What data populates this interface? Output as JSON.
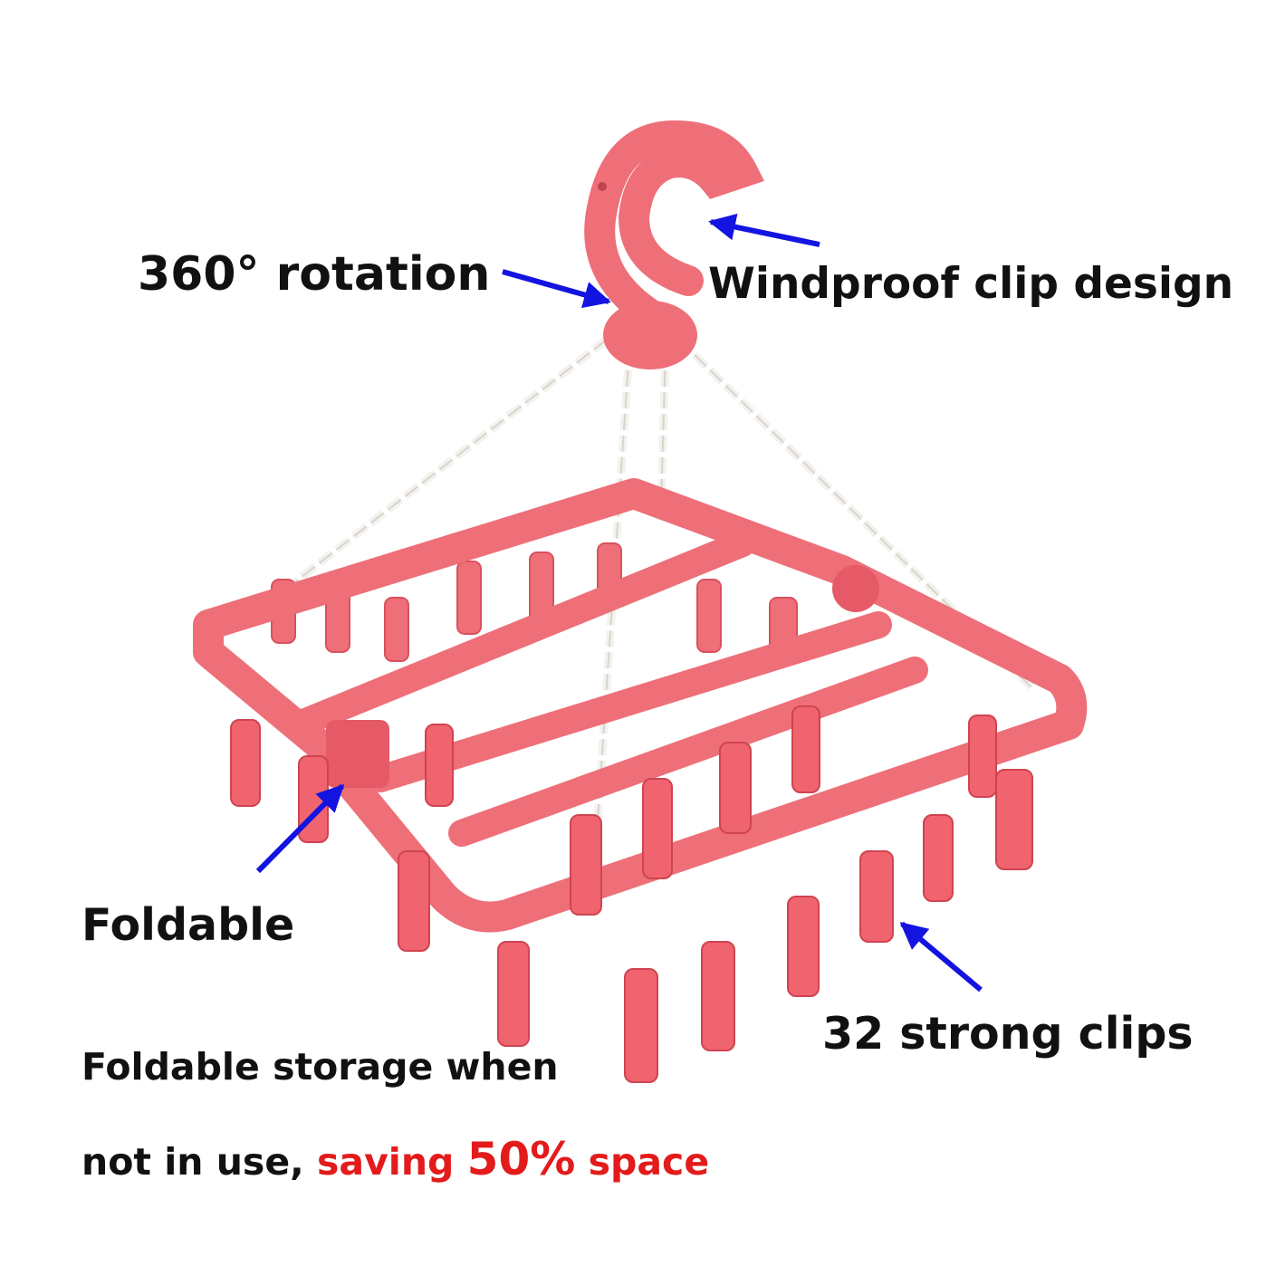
{
  "colors": {
    "hanger_pink": "#ee6f78",
    "hanger_dark": "#d9515c",
    "chain_white": "#f4f2ee",
    "arrow_blue": "#1414e0",
    "text_black": "#111111",
    "accent_red": "#e31b1b"
  },
  "labels": {
    "rotation": "360° rotation",
    "windproof": "Windproof clip design",
    "foldable": "Foldable",
    "clips": "32 strong clips"
  },
  "storage_note": {
    "line1": "Foldable storage when",
    "line2_prefix": "not in use, ",
    "line2_accent": "saving ",
    "line2_percent": "50%",
    "line2_suffix": " space"
  },
  "product": {
    "clip_count": 32,
    "arrow_icon": "arrow-icon"
  }
}
